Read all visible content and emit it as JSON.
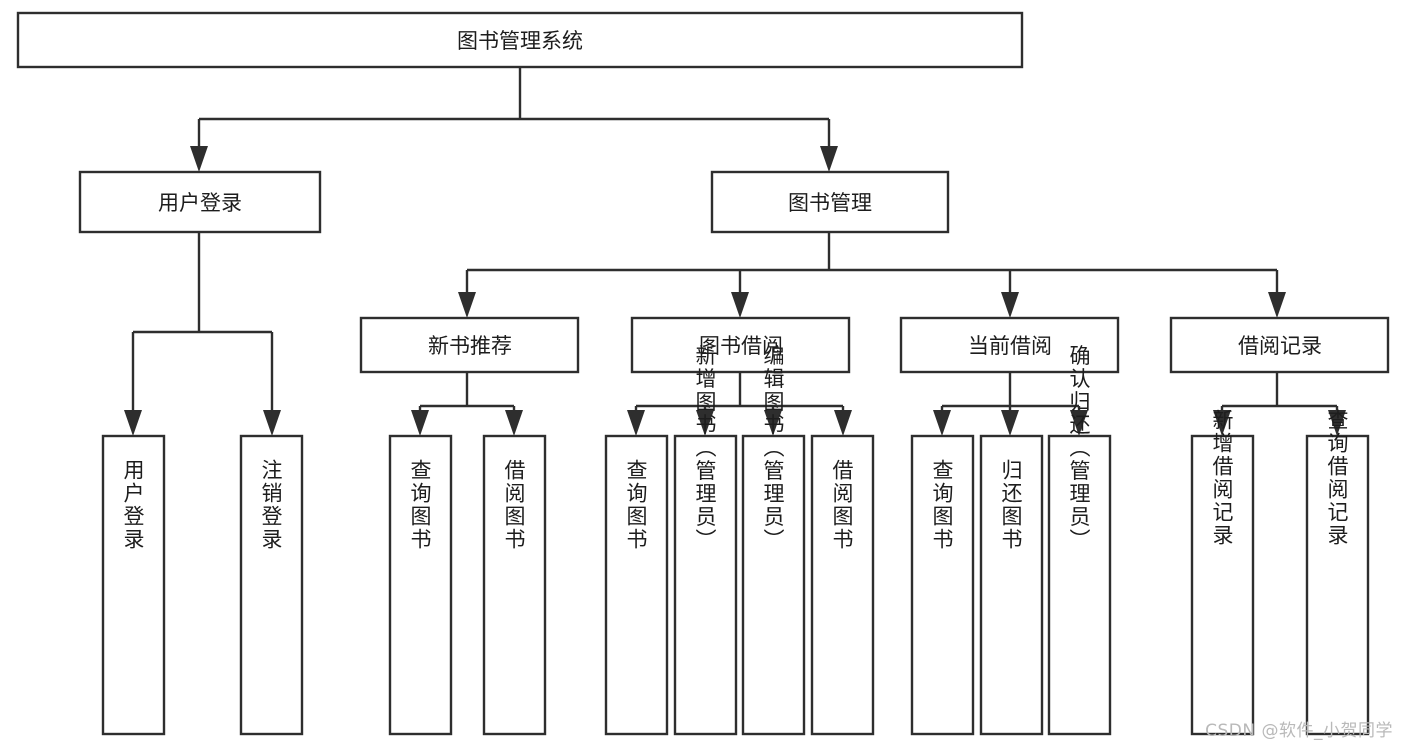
{
  "diagram": {
    "type": "tree-hierarchy-flowchart",
    "title": "图书管理系统",
    "orientation": "top-down",
    "background_color": "#ffffff",
    "line_color": "#2e2e2e",
    "box_fill": "#ffffff",
    "text_color": "#1d1d1d",
    "levels": 4,
    "root": {
      "id": "root",
      "label": "图书管理系统",
      "orientation": "horizontal"
    },
    "level2": [
      {
        "id": "user-login",
        "label": "用户登录",
        "orientation": "horizontal"
      },
      {
        "id": "book-manage",
        "label": "图书管理",
        "orientation": "horizontal"
      }
    ],
    "level3": [
      {
        "id": "new-book-recommend",
        "label": "新书推荐",
        "orientation": "horizontal",
        "parent": "book-manage"
      },
      {
        "id": "book-borrow",
        "label": "图书借阅",
        "orientation": "horizontal",
        "parent": "book-manage"
      },
      {
        "id": "current-borrow",
        "label": "当前借阅",
        "orientation": "horizontal",
        "parent": "book-manage"
      },
      {
        "id": "borrow-record",
        "label": "借阅记录",
        "orientation": "horizontal",
        "parent": "book-manage"
      }
    ],
    "leaves": [
      {
        "id": "leaf-user-login",
        "label": "用户登录",
        "orientation": "vertical",
        "parent": "user-login"
      },
      {
        "id": "leaf-logout-login",
        "label": "注销登录",
        "orientation": "vertical",
        "parent": "user-login"
      },
      {
        "id": "leaf-query-book-1",
        "label": "查询图书",
        "orientation": "vertical",
        "parent": "new-book-recommend"
      },
      {
        "id": "leaf-borrow-book-1",
        "label": "借阅图书",
        "orientation": "vertical",
        "parent": "new-book-recommend"
      },
      {
        "id": "leaf-query-book-2",
        "label": "查询图书",
        "orientation": "vertical",
        "parent": "book-borrow"
      },
      {
        "id": "leaf-add-book",
        "label": "新增图书（管理员）",
        "orientation": "vertical",
        "parent": "book-borrow"
      },
      {
        "id": "leaf-edit-book",
        "label": "编辑图书（管理员）",
        "orientation": "vertical",
        "parent": "book-borrow"
      },
      {
        "id": "leaf-borrow-book-2",
        "label": "借阅图书",
        "orientation": "vertical",
        "parent": "book-borrow"
      },
      {
        "id": "leaf-query-book-3",
        "label": "查询图书",
        "orientation": "vertical",
        "parent": "current-borrow"
      },
      {
        "id": "leaf-return-book",
        "label": "归还图书",
        "orientation": "vertical",
        "parent": "current-borrow"
      },
      {
        "id": "leaf-confirm-return",
        "label": "确认归还（管理员）",
        "orientation": "vertical",
        "parent": "current-borrow"
      },
      {
        "id": "leaf-add-record",
        "label": "新增借阅记录",
        "orientation": "vertical",
        "parent": "borrow-record"
      },
      {
        "id": "leaf-query-record",
        "label": "查询借阅记录",
        "orientation": "vertical",
        "parent": "borrow-record"
      }
    ]
  },
  "watermark": {
    "text": "CSDN @软件_小贺同学"
  }
}
